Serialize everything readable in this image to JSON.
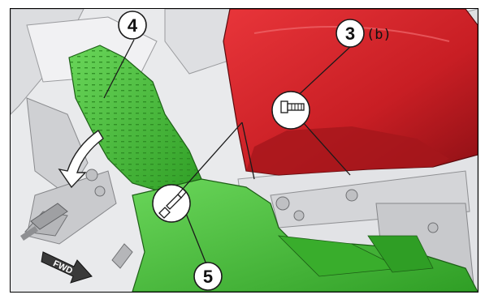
{
  "diagram": {
    "callouts": [
      {
        "id": "4",
        "label": "4"
      },
      {
        "id": "3",
        "label": "3",
        "suffix": "(b)"
      },
      {
        "id": "5",
        "label": "5"
      }
    ],
    "direction_label": "FWD",
    "icons": {
      "bolt": "bolt-icon",
      "clip": "push-rivet-clip-icon",
      "arrow": "removal-direction-arrow"
    },
    "colors": {
      "fuel_tank": "#d8262b",
      "side_cowl": "#4bc43a",
      "frame": "#d9dadd",
      "outline": "#1a1a1a"
    }
  }
}
